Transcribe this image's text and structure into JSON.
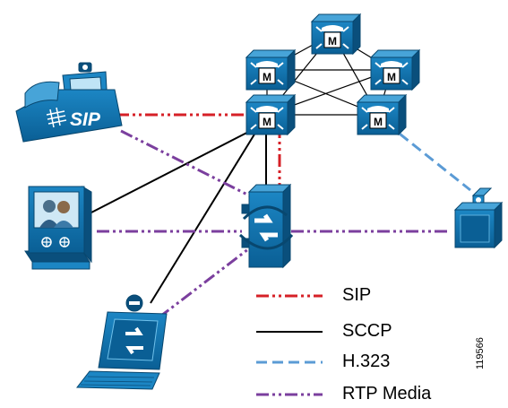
{
  "colors": {
    "device_blue": "#0e6ea8",
    "device_dark": "#0a4f7c",
    "device_light": "#47a4d8",
    "sip_line": "#d62027",
    "sccp_line": "#000000",
    "h323_line": "#5b9bd5",
    "rtp_line": "#7b3f9e"
  },
  "devices": {
    "sip_phone_label": "SIP",
    "call_manager_label": "M"
  },
  "legend": [
    {
      "label": "SIP",
      "style": "dash-dot-dot",
      "color": "#d62027"
    },
    {
      "label": "SCCP",
      "style": "solid",
      "color": "#000000"
    },
    {
      "label": "H.323",
      "style": "dashed",
      "color": "#5b9bd5"
    },
    {
      "label": "RTP Media",
      "style": "dash-dot-dot",
      "color": "#7b3f9e"
    }
  ],
  "figure_id": "119566"
}
